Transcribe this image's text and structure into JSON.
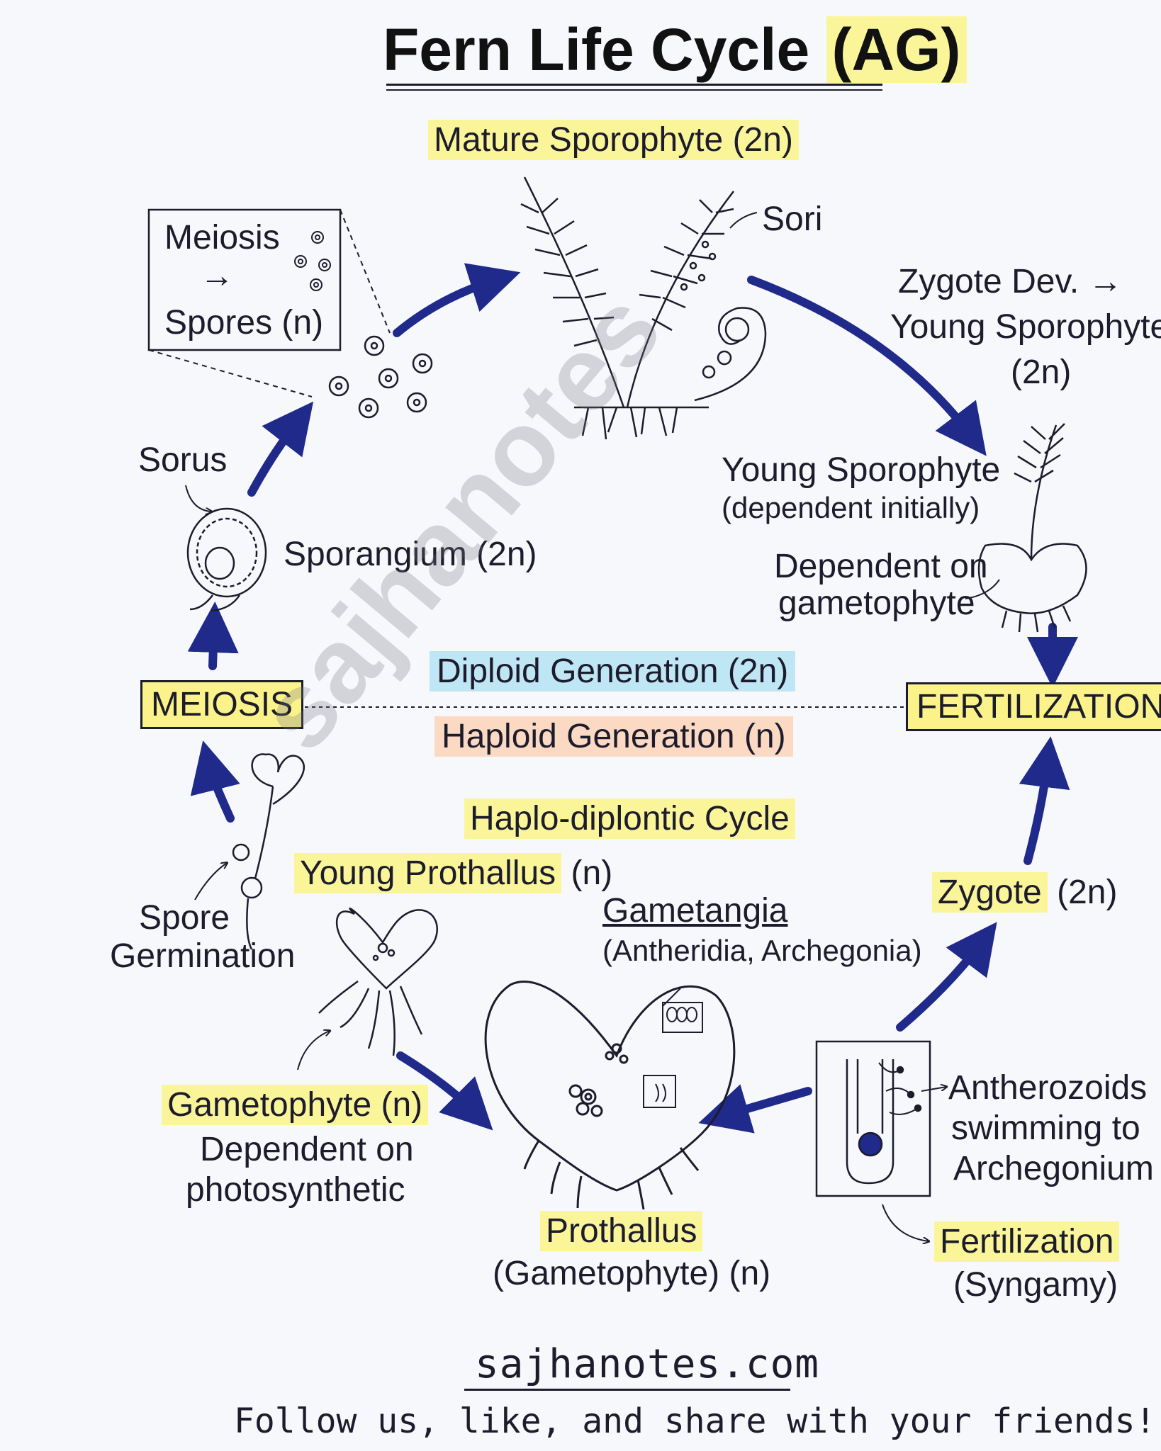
{
  "title": {
    "main": "Fern Life Cycle",
    "tag": "(AG)"
  },
  "labels": {
    "mature_sporophyte": "Mature Sporophyte (2n)",
    "sori": "Sori",
    "meiosis_inset_1": "Meiosis",
    "meiosis_inset_arrow": "→",
    "meiosis_inset_2": "Spores (n)",
    "zygote_dev_1": "Zygote Dev. →",
    "zygote_dev_2": "Young Sporophyte",
    "zygote_dev_3": "(2n)",
    "sorus": "Sorus",
    "sporangium": "Sporangium (2n)",
    "young_sporophyte_1": "Young Sporophyte",
    "young_sporophyte_2": "(dependent initially)",
    "dependent_1": "Dependent on",
    "dependent_2": "gametophyte",
    "meiosis_box": "MEIOSIS",
    "fertilization_box": "FERTILIZATION",
    "diploid": "Diploid Generation (2n)",
    "haploid": "Haploid Generation (n)",
    "cycle": "Haplo-diplontic Cycle",
    "young_prothallus_hl": "Young Prothallus",
    "young_prothallus_n": " (n)",
    "spore_germ_1": "Spore",
    "spore_germ_2": "Germination",
    "gametangia_1": "Gametangia",
    "gametangia_2": "(Antheridia, Archegonia)",
    "zygote_hl": "Zygote",
    "zygote_n": " (2n)",
    "gametophyte_hl": "Gametophyte (n)",
    "gametophyte_2": "Dependent on",
    "gametophyte_3": "photosynthetic",
    "antherozoids_1": "Antherozoids",
    "antherozoids_2": "swimming to",
    "antherozoids_3": "Archegonium",
    "prothallus_hl": "Prothallus",
    "prothallus_2": "(Gametophyte) (n)",
    "fertilization_hl": "Fertilization",
    "fertilization_2": "(Syngamy)"
  },
  "footer": {
    "site": "sajhanotes.com",
    "follow": "Follow us, like, and share with your friends!"
  },
  "watermark": "sajhanotes",
  "colors": {
    "arrow": "#1f2a8a",
    "ink": "#1c1c2c",
    "yellow": "#fbf59a",
    "blue": "#bfe6f5",
    "orange": "#fbd9c2"
  }
}
